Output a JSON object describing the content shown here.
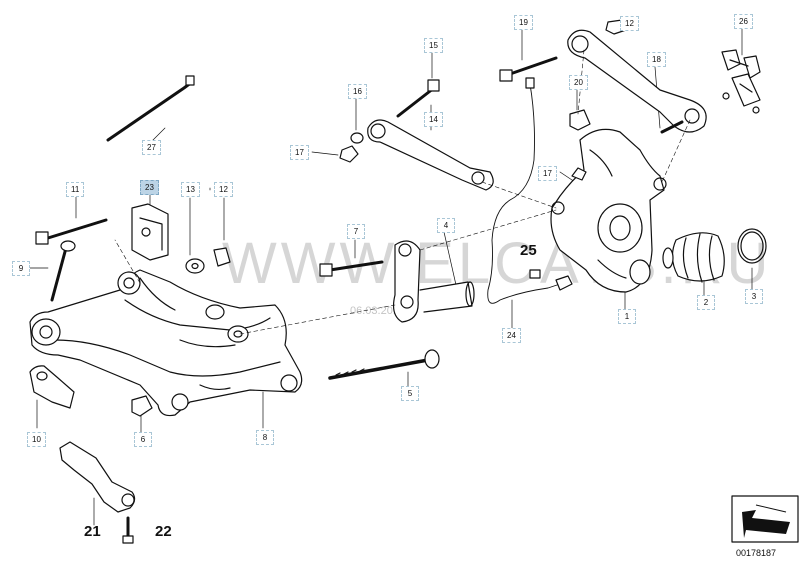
{
  "watermark": "WWW.ELCATS.RU",
  "watermark_date": "06.03.2019",
  "document_number": "00178187",
  "callouts": [
    "1",
    "2",
    "3",
    "4",
    "5",
    "6",
    "7",
    "8",
    "9",
    "10",
    "11",
    "12",
    "12",
    "13",
    "14",
    "15",
    "16",
    "17",
    "17",
    "18",
    "19",
    "20",
    "23",
    "24",
    "26",
    "27"
  ],
  "big_labels": [
    "21",
    "22",
    "25"
  ],
  "icons": {
    "corner_marker": "arrow-corner-icon"
  }
}
